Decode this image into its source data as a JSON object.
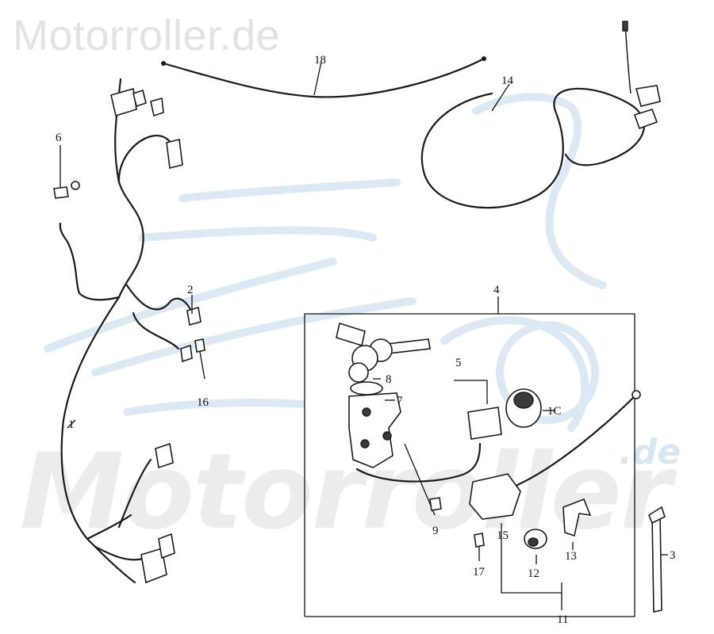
{
  "watermark": {
    "top": "Motorroller.de",
    "big": "Motorroller",
    "suffix": ".de"
  },
  "callouts": [
    {
      "id": "c1",
      "text": "1"
    },
    {
      "id": "c2",
      "text": "2"
    },
    {
      "id": "c3",
      "text": "3"
    },
    {
      "id": "c4",
      "text": "4"
    },
    {
      "id": "c5",
      "text": "5"
    },
    {
      "id": "c6",
      "text": "6"
    },
    {
      "id": "c7",
      "text": "7"
    },
    {
      "id": "c8",
      "text": "8"
    },
    {
      "id": "c9",
      "text": "9"
    },
    {
      "id": "c10",
      "text": "1C"
    },
    {
      "id": "c11",
      "text": "11"
    },
    {
      "id": "c12",
      "text": "12"
    },
    {
      "id": "c13",
      "text": "13"
    },
    {
      "id": "c14",
      "text": "14"
    },
    {
      "id": "c15",
      "text": "15"
    },
    {
      "id": "c16",
      "text": "16"
    },
    {
      "id": "c17",
      "text": "17"
    },
    {
      "id": "c18",
      "text": "18"
    }
  ]
}
